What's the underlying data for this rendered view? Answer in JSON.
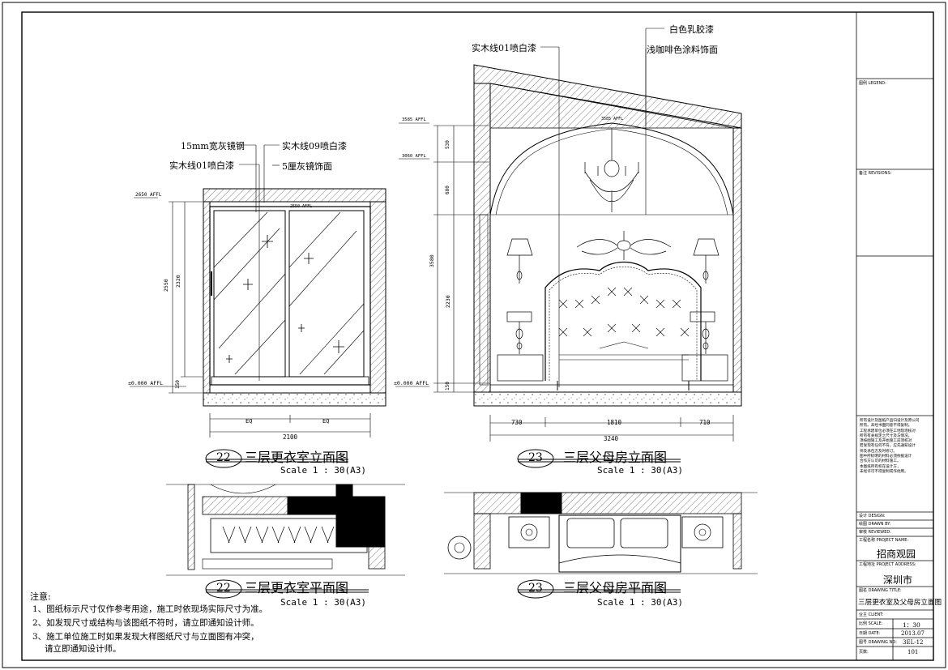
{
  "left_elevation": {
    "title": "三层更衣室立面图",
    "index": "22",
    "scale": "Scale 1 : 30(A3)",
    "callouts": [
      "15mm宽灰镜钢",
      "实木线01喷白漆",
      "实木线09喷白漆",
      "5厘灰镜饰面"
    ],
    "levels": [
      "2650 AFFL",
      "±0.000 AFFL",
      "2550 AFFL"
    ],
    "v_dims": [
      "2550",
      "2320",
      "150"
    ],
    "h_dims": [
      "EQ",
      "EQ",
      "2100"
    ]
  },
  "right_elevation": {
    "title": "三层父母房立面图",
    "index": "23",
    "scale": "Scale 1 : 30(A3)",
    "callouts": [
      "实木线01喷白漆",
      "白色乳胶漆",
      "浅咖啡色涂料饰面"
    ],
    "levels": [
      "3585 AFFL",
      "3060 AFFL",
      "±0.000 AFFL",
      "3585 AFFL"
    ],
    "v_dims": [
      "530",
      "680",
      "3580",
      "2230",
      "150"
    ],
    "h_dims": [
      "730",
      "1810",
      "710",
      "3240"
    ]
  },
  "left_plan": {
    "title": "三层更衣室平面图",
    "index": "22",
    "scale": "Scale 1 : 30(A3)"
  },
  "right_plan": {
    "title": "三层父母房平面图",
    "index": "23",
    "scale": "Scale 1 : 30(A3)"
  },
  "notes": {
    "heading": "注意:",
    "items": [
      "1、图纸标示尺寸仅作参考用途，施工时依现场实际尺寸为准。",
      "2、如发现尺寸或结构与该图纸不符时，请立即通知设计师。",
      "3、施工单位施工时如果发现大样图纸尺寸与立面图有冲突，",
      "请立即通知设计师。"
    ]
  },
  "title_block": {
    "legend": "图例 LEGEND:",
    "revisions": "备注 REVISIONS:",
    "remarks": [
      "所有设计及图纸产品归设计及原公司",
      "所有。未经书面同意不得复制。",
      "工程承建单位必须在工地现场核对",
      "所有有关规定之尺寸及与情况。",
      "须按图施工及开始施工前须校对",
      "若发现有任何不符，应先通知设计",
      "师及承包方及时修订。",
      "图中所标明的材料必须依据设计",
      "合作方认可的材料施工。",
      "本图纸所有权在设计方，",
      "未经许可不得复制或作他用。"
    ],
    "design": "设计 DESIGN:",
    "drawn_by": "绘图 DRAWN BY:",
    "checked": "审核 REVIEWED:",
    "project_name_label": "工程名称 PROJECT NAME:",
    "project_name": "招商观园",
    "address_label": "工程地址 PROJECT ADDRESS:",
    "address": "深圳市",
    "drawing_title_label": "图名 DRAWING TITLE:",
    "drawing_title": "三层更衣室及父母房立面图",
    "client_label": "业主 CLIENT:",
    "scale_label": "比例 SCALE:",
    "scale": "1：30",
    "date_label": "日期 DATE:",
    "date": "2013.07",
    "drawing_no_label": "图号 DRAWING NO:",
    "drawing_no": "3EL-12",
    "page_label": "页数:",
    "page": "101"
  }
}
